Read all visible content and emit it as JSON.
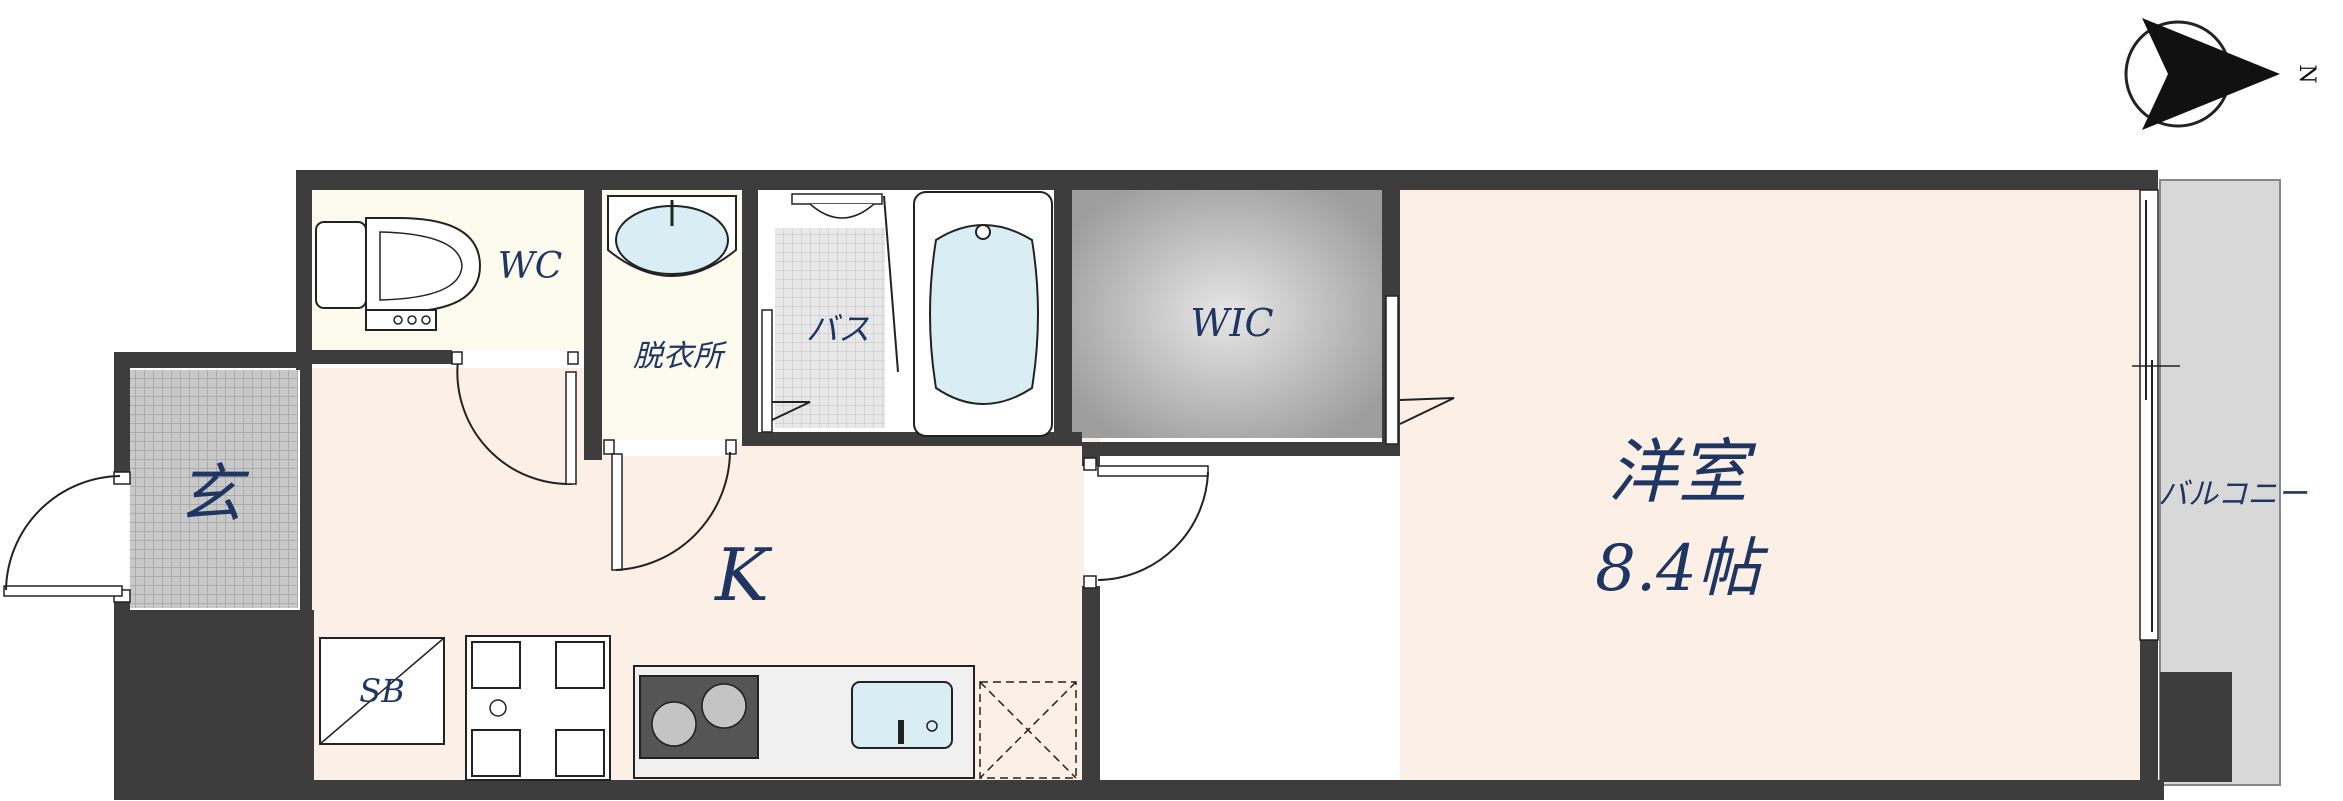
{
  "rooms": {
    "wc": "WC",
    "dressing": "脱衣所",
    "bath": "バス",
    "wic": "WIC",
    "western_room": "洋室",
    "western_room_size": "8.4帖",
    "kitchen": "K",
    "entrance": "玄",
    "shoe_box": "SB",
    "balcony": "バルコニー"
  },
  "compass": {
    "north_label": "N"
  },
  "colors": {
    "wall": "#3d3d3d",
    "floor_warm": "#fcefe6",
    "wet_floor": "#fdfbee",
    "wic_floor": "#b9b9b9",
    "balcony_floor": "#d8d8d8",
    "fixture_water": "#d8eef4",
    "label": "#1f3663"
  }
}
